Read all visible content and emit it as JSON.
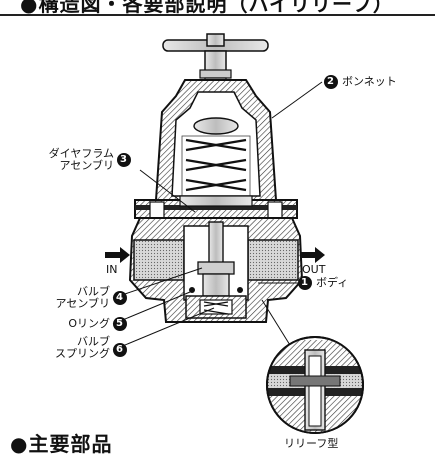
{
  "section_title": "●構造図・各要部説明（ハイリリーフ）",
  "labels": {
    "bonnet": "ボンネット",
    "bonnet_num": "2",
    "diaphragm_line1": "ダイヤフラム",
    "diaphragm_line2": "アセンブリ",
    "diaphragm_num": "3",
    "inlet": "IN",
    "outlet": "OUT",
    "valve_line1": "バルブ",
    "valve_line2": "アセンブリ",
    "valve_num": "4",
    "oring": "Oリング",
    "oring_num": "5",
    "spring_line1": "バルブ",
    "spring_line2": "スプリング",
    "spring_num": "6",
    "body": "ボディ",
    "body_num": "1",
    "relief": "リリーフ型"
  },
  "bottom_heading": "●主要部品"
}
